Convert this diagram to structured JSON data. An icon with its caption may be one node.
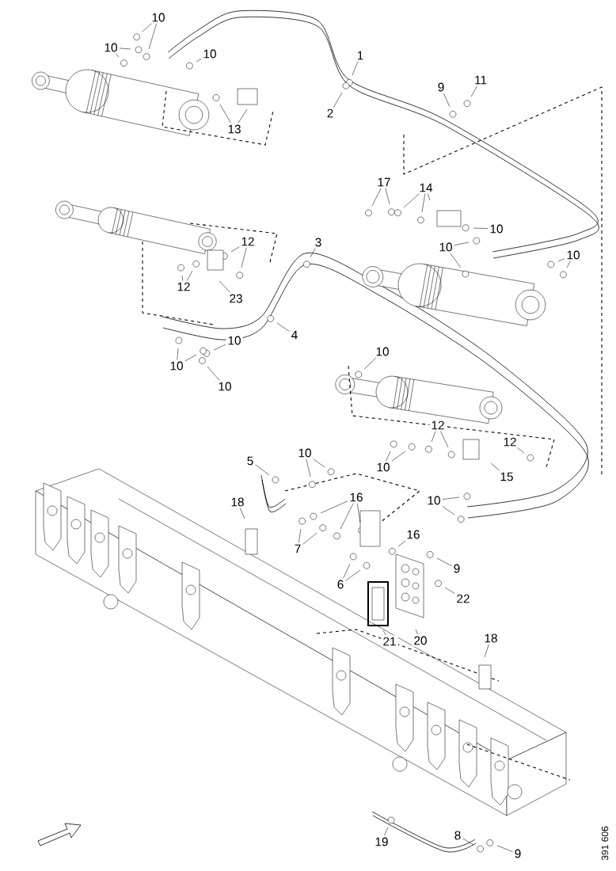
{
  "diagram": {
    "nodes": [
      {
        "text": [
          "10"
        ]
      },
      {
        "text": [
          "10"
        ]
      },
      {
        "text": [
          "10"
        ]
      },
      {
        "text": [
          "1"
        ]
      },
      {
        "text": [
          "2"
        ]
      },
      {
        "text": [
          "9"
        ]
      },
      {
        "text": [
          "11"
        ]
      },
      {
        "text": [
          "13"
        ]
      },
      {
        "text": [
          "17"
        ]
      },
      {
        "text": [
          "14"
        ]
      },
      {
        "text": [
          "10"
        ]
      },
      {
        "text": [
          "10"
        ]
      },
      {
        "text": [
          "10"
        ]
      },
      {
        "text": [
          "12"
        ]
      },
      {
        "text": [
          "12"
        ]
      },
      {
        "text": [
          "23"
        ]
      },
      {
        "text": [
          "3"
        ]
      },
      {
        "text": [
          "4"
        ]
      },
      {
        "text": [
          "10"
        ]
      },
      {
        "text": [
          "10"
        ]
      },
      {
        "text": [
          "10"
        ]
      },
      {
        "text": [
          "10"
        ]
      },
      {
        "text": [
          "12"
        ]
      },
      {
        "text": [
          "12"
        ]
      },
      {
        "text": [
          "10"
        ]
      },
      {
        "text": [
          "15"
        ]
      },
      {
        "text": [
          "10"
        ]
      },
      {
        "text": [
          "5"
        ]
      },
      {
        "text": [
          "10"
        ]
      },
      {
        "text": [
          "16"
        ]
      },
      {
        "text": [
          "18"
        ]
      },
      {
        "text": [
          "16"
        ]
      },
      {
        "text": [
          "7"
        ]
      },
      {
        "text": [
          "9"
        ]
      },
      {
        "text": [
          "6"
        ]
      },
      {
        "text": [
          "22"
        ]
      },
      {
        "text": [
          "20"
        ]
      },
      {
        "text": [
          "21"
        ]
      },
      {
        "text": [
          "18"
        ]
      },
      {
        "text": [
          "19"
        ]
      },
      {
        "text": [
          "8"
        ]
      },
      {
        "text": [
          "9"
        ]
      }
    ],
    "edges": [
      {
        "from": 0,
        "to": null,
        "arrow": "none"
      },
      {
        "from": 0,
        "to": null,
        "arrow": "none"
      },
      {
        "from": 1,
        "to": null,
        "arrow": "none"
      },
      {
        "from": 1,
        "to": null,
        "arrow": "none"
      },
      {
        "from": 2,
        "to": null,
        "arrow": "none"
      },
      {
        "from": 3,
        "to": null,
        "arrow": "none"
      },
      {
        "from": 4,
        "to": null,
        "arrow": "none"
      },
      {
        "from": 5,
        "to": null,
        "arrow": "none"
      },
      {
        "from": 6,
        "to": null,
        "arrow": "none"
      },
      {
        "from": 7,
        "to": null,
        "arrow": "none"
      },
      {
        "from": 7,
        "to": null,
        "arrow": "none"
      },
      {
        "from": 8,
        "to": null,
        "arrow": "none"
      },
      {
        "from": 8,
        "to": null,
        "arrow": "none"
      },
      {
        "from": 9,
        "to": null,
        "arrow": "none"
      },
      {
        "from": 9,
        "to": null,
        "arrow": "none"
      },
      {
        "from": 9,
        "to": null,
        "arrow": "none"
      },
      {
        "from": 10,
        "to": null,
        "arrow": "none"
      },
      {
        "from": 11,
        "to": null,
        "arrow": "none"
      },
      {
        "from": 11,
        "to": null,
        "arrow": "none"
      },
      {
        "from": 12,
        "to": null,
        "arrow": "none"
      },
      {
        "from": 12,
        "to": null,
        "arrow": "none"
      },
      {
        "from": 13,
        "to": null,
        "arrow": "none"
      },
      {
        "from": 13,
        "to": null,
        "arrow": "none"
      },
      {
        "from": 14,
        "to": null,
        "arrow": "none"
      },
      {
        "from": 14,
        "to": null,
        "arrow": "none"
      },
      {
        "from": 15,
        "to": null,
        "arrow": "none"
      },
      {
        "from": 16,
        "to": null,
        "arrow": "none"
      },
      {
        "from": 17,
        "to": null,
        "arrow": "none"
      },
      {
        "from": 18,
        "to": null,
        "arrow": "none"
      },
      {
        "from": 19,
        "to": null,
        "arrow": "none"
      },
      {
        "from": 19,
        "to": null,
        "arrow": "none"
      },
      {
        "from": 20,
        "to": null,
        "arrow": "none"
      },
      {
        "from": 21,
        "to": null,
        "arrow": "none"
      },
      {
        "from": 22,
        "to": null,
        "arrow": "none"
      },
      {
        "from": 22,
        "to": null,
        "arrow": "none"
      },
      {
        "from": 23,
        "to": null,
        "arrow": "none"
      },
      {
        "from": 24,
        "to": null,
        "arrow": "none"
      },
      {
        "from": 24,
        "to": null,
        "arrow": "none"
      },
      {
        "from": 25,
        "to": null,
        "arrow": "none"
      },
      {
        "from": 26,
        "to": null,
        "arrow": "none"
      },
      {
        "from": 26,
        "to": null,
        "arrow": "none"
      },
      {
        "from": 27,
        "to": null,
        "arrow": "none"
      },
      {
        "from": 28,
        "to": null,
        "arrow": "none"
      },
      {
        "from": 28,
        "to": null,
        "arrow": "none"
      },
      {
        "from": 29,
        "to": null,
        "arrow": "none"
      },
      {
        "from": 29,
        "to": null,
        "arrow": "none"
      },
      {
        "from": 29,
        "to": null,
        "arrow": "none"
      },
      {
        "from": 30,
        "to": null,
        "arrow": "none"
      },
      {
        "from": 31,
        "to": null,
        "arrow": "none"
      },
      {
        "from": 32,
        "to": null,
        "arrow": "none"
      },
      {
        "from": 32,
        "to": null,
        "arrow": "none"
      },
      {
        "from": 33,
        "to": null,
        "arrow": "none"
      },
      {
        "from": 34,
        "to": null,
        "arrow": "none"
      },
      {
        "from": 34,
        "to": null,
        "arrow": "none"
      },
      {
        "from": 35,
        "to": null,
        "arrow": "none"
      },
      {
        "from": 36,
        "to": null,
        "arrow": "none"
      },
      {
        "from": 37,
        "to": null,
        "arrow": "none"
      },
      {
        "from": 38,
        "to": null,
        "arrow": "none"
      },
      {
        "from": 39,
        "to": null,
        "arrow": "none"
      },
      {
        "from": 40,
        "to": null,
        "arrow": "none"
      },
      {
        "from": 41,
        "to": null,
        "arrow": "none"
      }
    ],
    "labels": [
      "391 606"
    ]
  }
}
